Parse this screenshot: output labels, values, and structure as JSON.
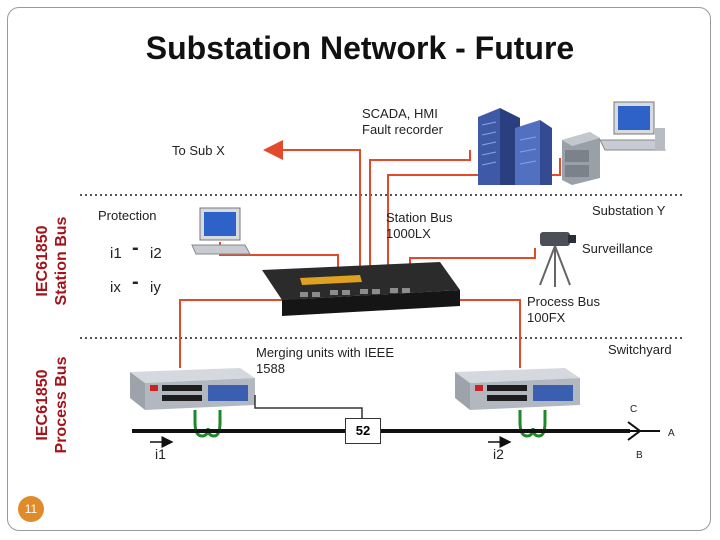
{
  "title": "Substation Network - Future",
  "slide_number": "11",
  "side_labels": {
    "station_bus": [
      "IEC61850",
      "Station Bus"
    ],
    "process_bus": [
      "IEC61850",
      "Process Bus"
    ]
  },
  "labels": {
    "scada": [
      "SCADA, HMI",
      "Fault recorder"
    ],
    "to_sub_x": "To Sub X",
    "protection": "Protection",
    "station_bus": [
      "Station Bus",
      "1000LX"
    ],
    "substation_y": "Substation Y",
    "surveillance": "Surveillance",
    "process_bus": [
      "Process Bus",
      "100FX"
    ],
    "switchyard": "Switchyard",
    "merging_units": [
      "Merging units with IEEE",
      "1588"
    ],
    "breaker": "52",
    "phase_c": "C",
    "phase_a": "A",
    "phase_b": "B",
    "currents": [
      "i1",
      "i2",
      "ix",
      "iy"
    ],
    "current_minus": "-",
    "bus_currents": [
      "i1",
      "i2"
    ]
  },
  "colors": {
    "link": "#e34a2c",
    "divider": "#555555",
    "side_label": "#a4131a"
  }
}
